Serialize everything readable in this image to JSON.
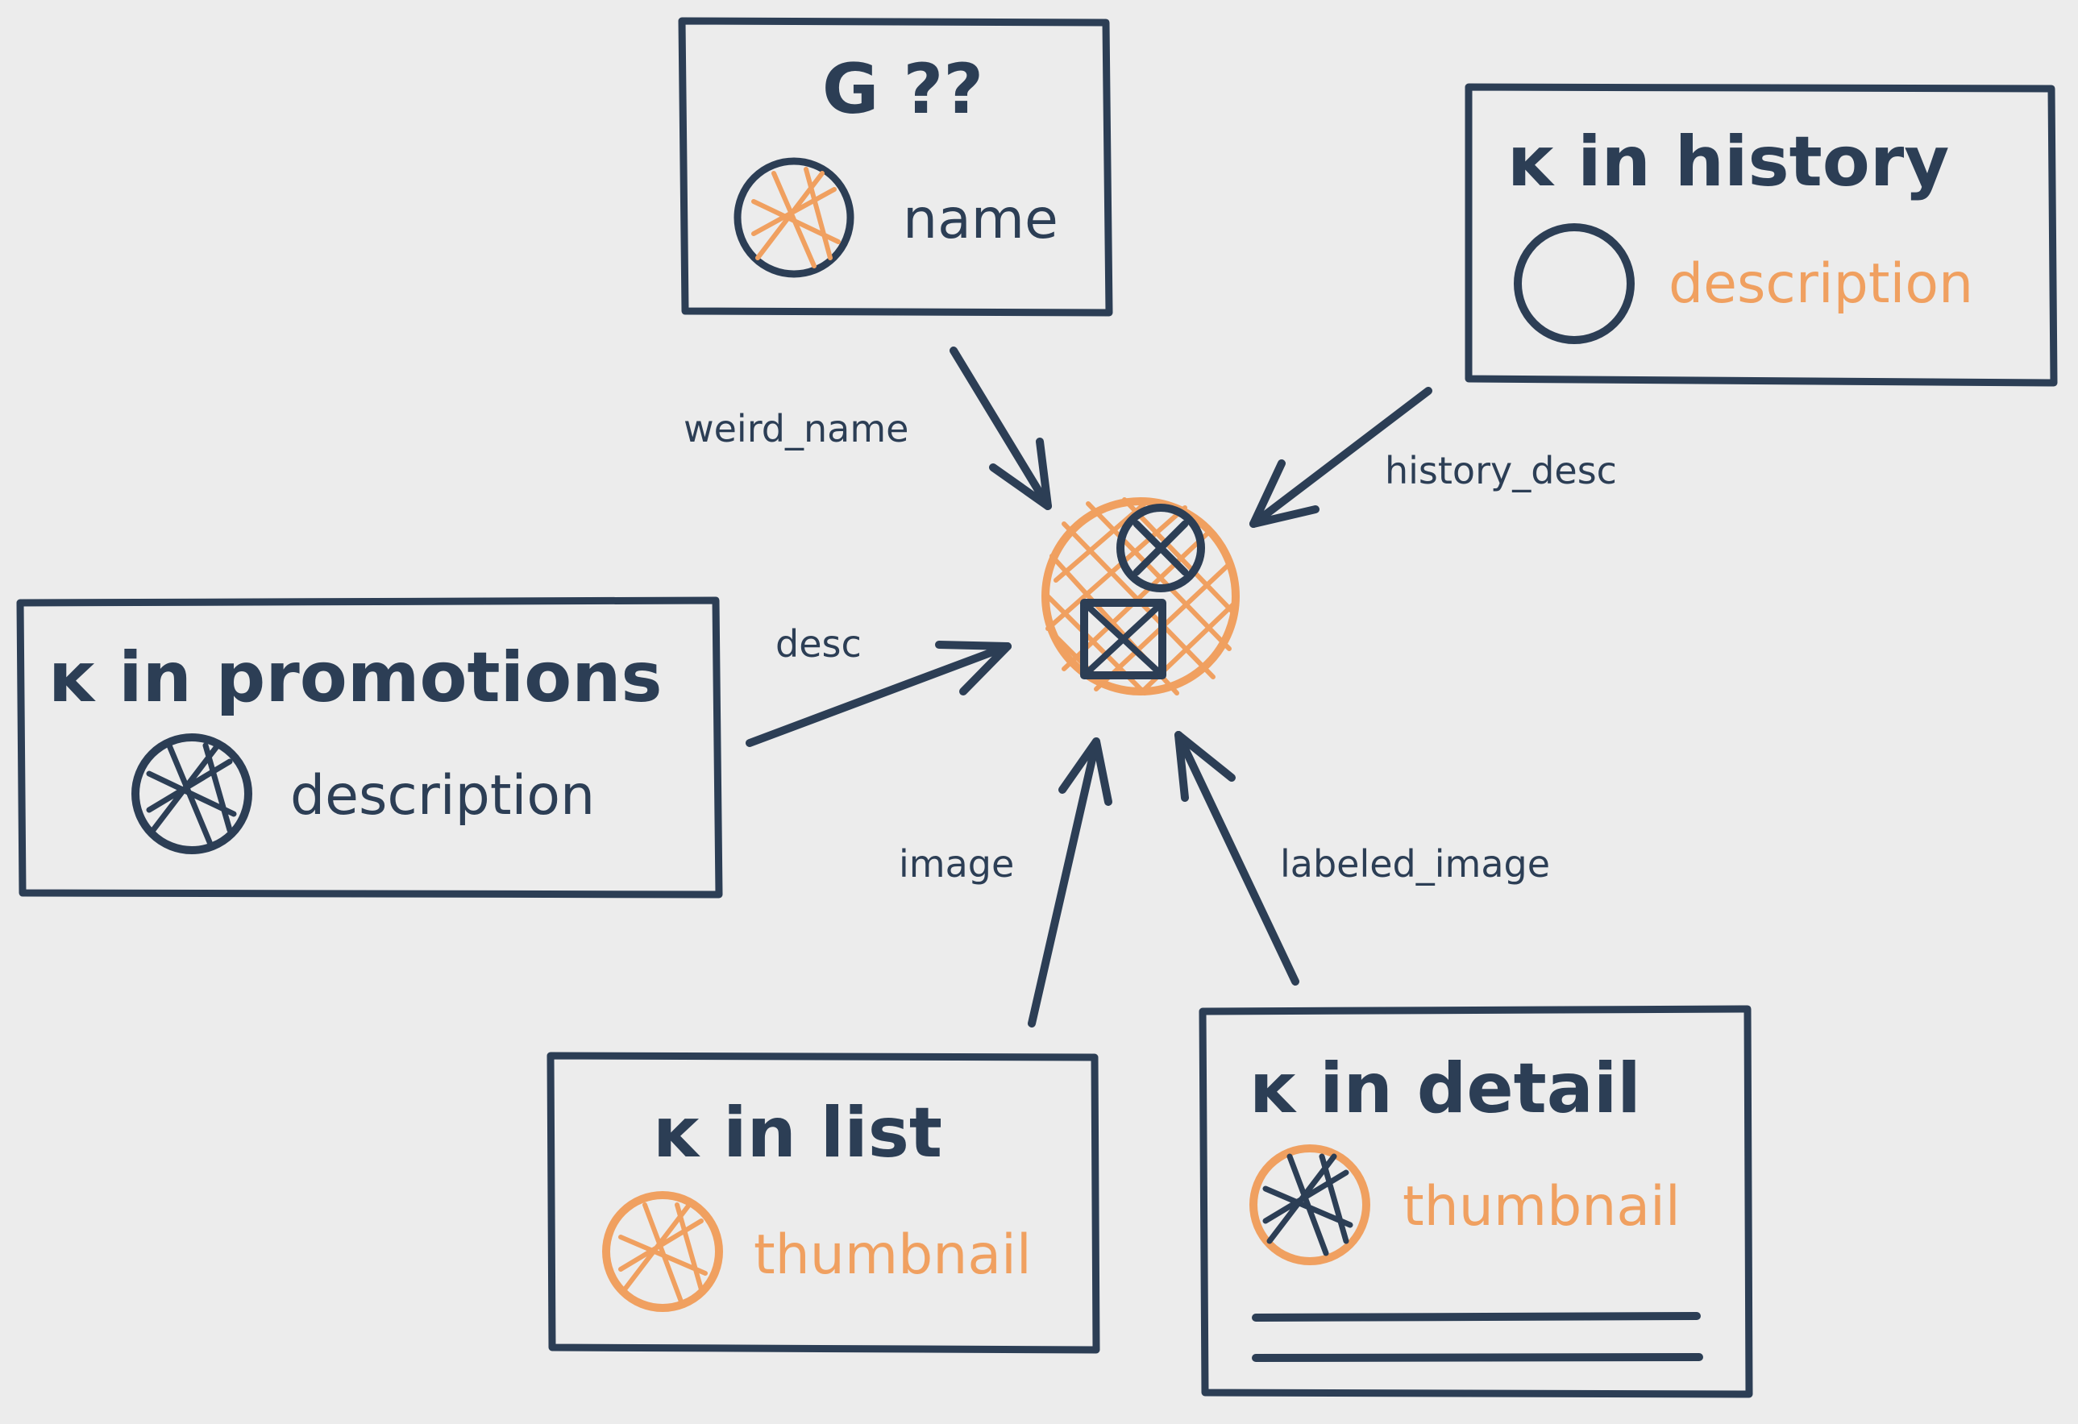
{
  "colors": {
    "ink": "#2c3e55",
    "accent": "#f0a060",
    "background": "#ececec"
  },
  "center_node": {
    "icons": [
      "hatched-circle-icon",
      "crossed-circle-icon",
      "crossed-square-icon"
    ]
  },
  "boxes": {
    "top": {
      "title": "G ??",
      "field": "name",
      "field_color": "ink",
      "icon": "orange-hatched-circle-icon"
    },
    "history": {
      "title": "in history",
      "field": "description",
      "field_color": "accent",
      "icon": "empty-circle-icon"
    },
    "promotions": {
      "title": "in promotions",
      "field": "description",
      "field_color": "ink",
      "icon": "dark-hatched-circle-icon"
    },
    "list": {
      "title": "in list",
      "field": "thumbnail",
      "field_color": "accent",
      "icon": "orange-hatched-circle-icon"
    },
    "detail": {
      "title": "in detail",
      "field": "thumbnail",
      "field_color": "accent",
      "icon": "orange-ring-dark-hatch-icon"
    }
  },
  "edges": {
    "weird_name": "weird_name",
    "history_desc": "history_desc",
    "desc": "desc",
    "image": "image",
    "labeled_image": "labeled_image"
  }
}
